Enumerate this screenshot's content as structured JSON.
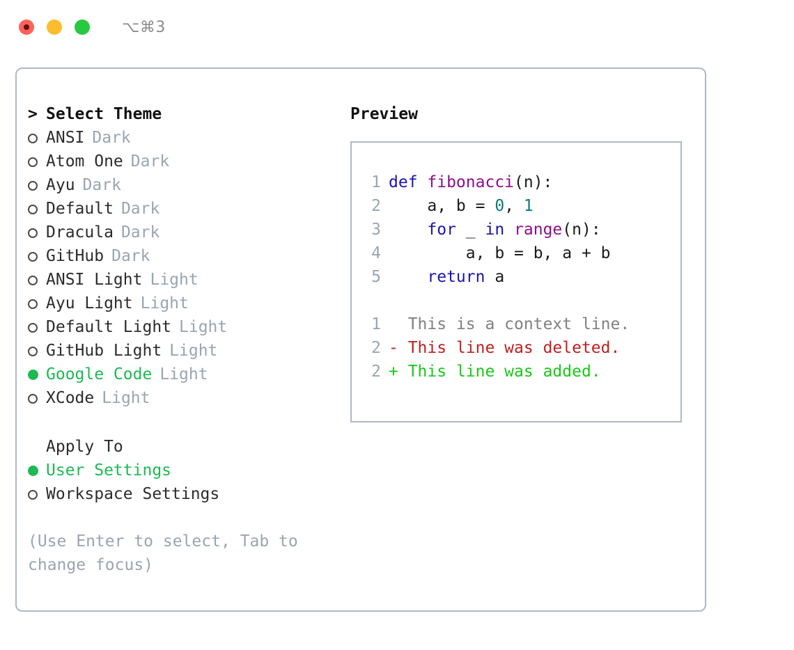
{
  "window": {
    "title": "⌥⌘3",
    "controls": [
      {
        "name": "close",
        "color": "#ff6159"
      },
      {
        "name": "minimize",
        "color": "#ffbd2e"
      },
      {
        "name": "maximize",
        "color": "#28c840"
      }
    ]
  },
  "theme_list": {
    "prompt": ">",
    "header": "Select Theme",
    "marker_unselected": "o",
    "marker_selected": "●",
    "items": [
      {
        "label": "ANSI",
        "variant": "Dark",
        "selected": false
      },
      {
        "label": "Atom One",
        "variant": "Dark",
        "selected": false
      },
      {
        "label": "Ayu",
        "variant": "Dark",
        "selected": false
      },
      {
        "label": "Default",
        "variant": "Dark",
        "selected": false
      },
      {
        "label": "Dracula",
        "variant": "Dark",
        "selected": false
      },
      {
        "label": "GitHub",
        "variant": "Dark",
        "selected": false
      },
      {
        "label": "ANSI Light",
        "variant": "Light",
        "selected": false
      },
      {
        "label": "Ayu Light",
        "variant": "Light",
        "selected": false
      },
      {
        "label": "Default Light",
        "variant": "Light",
        "selected": false
      },
      {
        "label": "GitHub Light",
        "variant": "Light",
        "selected": false
      },
      {
        "label": "Google Code",
        "variant": "Light",
        "selected": true
      },
      {
        "label": "XCode",
        "variant": "Light",
        "selected": false
      }
    ]
  },
  "apply_to": {
    "title": "Apply To",
    "options": [
      {
        "label": "User Settings",
        "selected": true
      },
      {
        "label": "Workspace Settings",
        "selected": false
      }
    ]
  },
  "hint": "(Use Enter to select, Tab to change focus)",
  "preview": {
    "title": "Preview",
    "code_lines": [
      {
        "number": "1",
        "tokens": [
          {
            "t": "def ",
            "c": "kw"
          },
          {
            "t": "fibonacci",
            "c": "fn"
          },
          {
            "t": "(n):",
            "c": "txt"
          }
        ]
      },
      {
        "number": "2",
        "tokens": [
          {
            "t": "    a, b = ",
            "c": "txt"
          },
          {
            "t": "0",
            "c": "num"
          },
          {
            "t": ", ",
            "c": "txt"
          },
          {
            "t": "1",
            "c": "num"
          }
        ]
      },
      {
        "number": "3",
        "tokens": [
          {
            "t": "    ",
            "c": "txt"
          },
          {
            "t": "for",
            "c": "kw"
          },
          {
            "t": " _ ",
            "c": "txt"
          },
          {
            "t": "in",
            "c": "kw"
          },
          {
            "t": " ",
            "c": "txt"
          },
          {
            "t": "range",
            "c": "fn"
          },
          {
            "t": "(n):",
            "c": "txt"
          }
        ]
      },
      {
        "number": "4",
        "tokens": [
          {
            "t": "        a, b = b, a + b",
            "c": "txt"
          }
        ]
      },
      {
        "number": "5",
        "tokens": [
          {
            "t": "    ",
            "c": "txt"
          },
          {
            "t": "return",
            "c": "kw"
          },
          {
            "t": " a",
            "c": "txt"
          }
        ]
      }
    ],
    "diff_lines": [
      {
        "number": "1",
        "sign": " ",
        "text": " This is a context line.",
        "kind": "context"
      },
      {
        "number": "2",
        "sign": "-",
        "text": " This line was deleted.",
        "kind": "deleted"
      },
      {
        "number": "2",
        "sign": "+",
        "text": " This line was added.",
        "kind": "added"
      }
    ]
  },
  "colors": {
    "accent_green": "#1db954",
    "muted": "#9aa4b2",
    "border": "#aeb8c4",
    "keyword": "#1a14b0",
    "function": "#8c0f8c",
    "number": "#0b7c7c",
    "diff_added": "#18c818",
    "diff_deleted": "#bf2020",
    "diff_context": "#808080"
  }
}
